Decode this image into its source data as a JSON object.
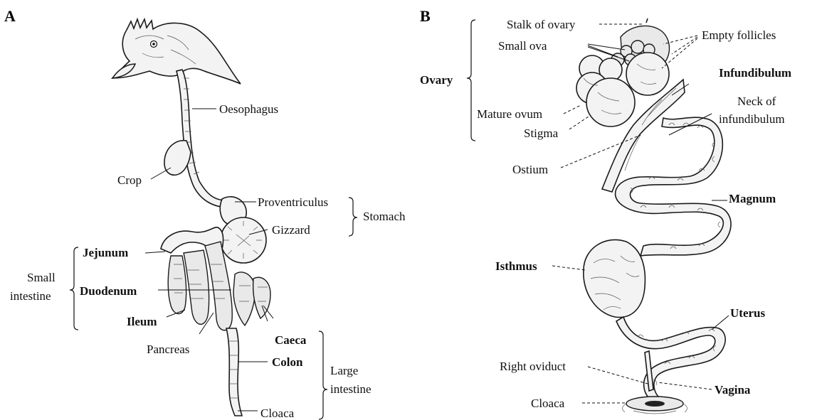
{
  "panel_a": {
    "letter": "A",
    "labels": {
      "oesophagus": "Oesophagus",
      "crop": "Crop",
      "proventriculus": "Proventriculus",
      "gizzard": "Gizzard",
      "stomach": "Stomach",
      "jejunum": "Jejunum",
      "small_intestine_1": "Small",
      "small_intestine_2": "intestine",
      "duodenum": "Duodenum",
      "ileum": "Ileum",
      "pancreas": "Pancreas",
      "caeca": "Caeca",
      "colon": "Colon",
      "large_intestine_1": "Large",
      "large_intestine_2": "intestine",
      "cloaca": "Cloaca"
    }
  },
  "panel_b": {
    "letter": "B",
    "labels": {
      "stalk_of_ovary": "Stalk of ovary",
      "empty_follicles": "Empty follicles",
      "small_ova": "Small ova",
      "ovary": "Ovary",
      "infundibulum": "Infundibulum",
      "neck_1": "Neck of",
      "neck_2": "infundibulum",
      "mature_ovum": "Mature ovum",
      "stigma": "Stigma",
      "ostium": "Ostium",
      "magnum": "Magnum",
      "isthmus": "Isthmus",
      "uterus": "Uterus",
      "right_oviduct": "Right oviduct",
      "vagina": "Vagina",
      "cloaca": "Cloaca"
    }
  }
}
